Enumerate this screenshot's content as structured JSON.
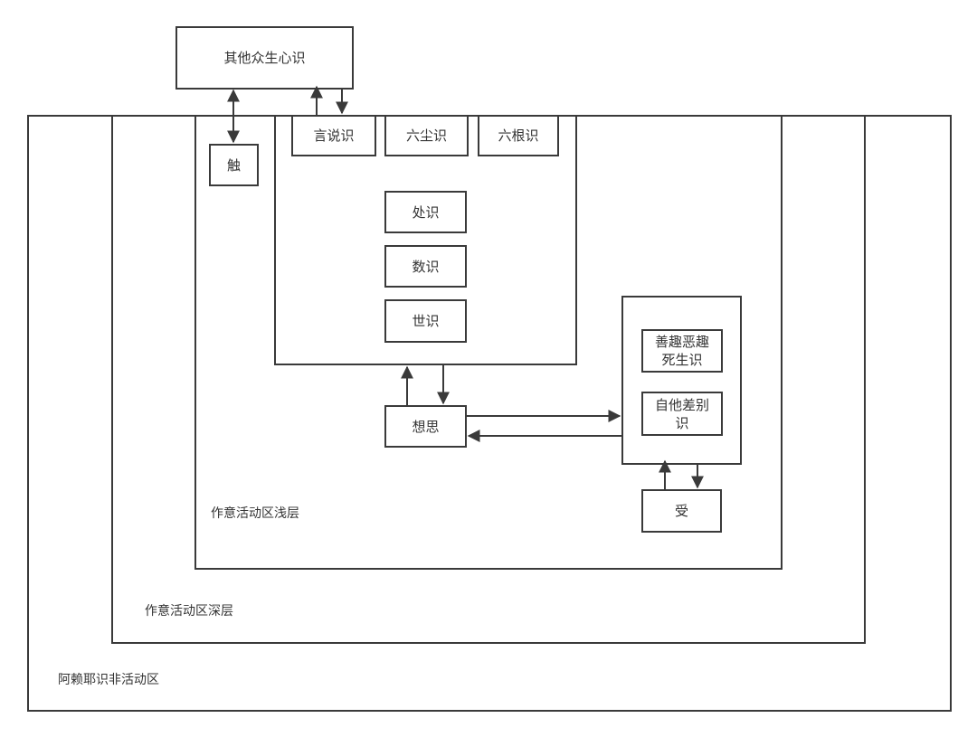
{
  "regions": {
    "outer_label": "阿赖耶识非活动区",
    "deep_label": "作意活动区深层",
    "shallow_label": "作意活动区浅层"
  },
  "nodes": {
    "others_mind": "其他众生心识",
    "touch": "触",
    "speech": "言说识",
    "six_dust": "六尘识",
    "six_root": "六根识",
    "place": "处识",
    "number": "数识",
    "world": "世识",
    "thought": "想思",
    "good_evil": "善趣恶趣死生识",
    "self_other": "自他差别识",
    "feeling": "受"
  },
  "colors": {
    "line": "#3a3a3a",
    "text": "#333333",
    "background": "#ffffff"
  }
}
